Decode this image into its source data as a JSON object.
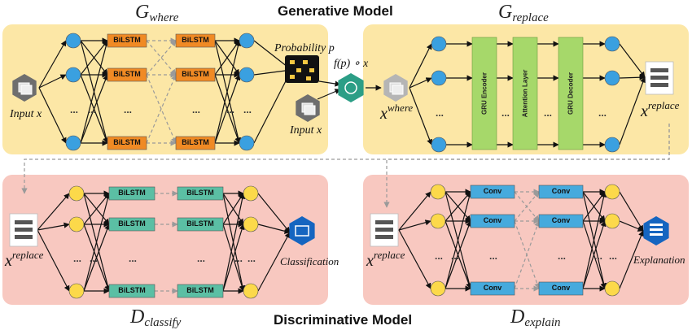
{
  "headings": {
    "generative": "Generative Model",
    "discriminative": "Discriminative Model"
  },
  "panels": {
    "g_where": {
      "title_main": "G",
      "title_sub": "where",
      "label": "Input x",
      "cell": "BiLSTM"
    },
    "g_replace": {
      "title_main": "G",
      "title_sub": "replace",
      "encoder": "GRU Encoder",
      "attention": "Attention Layer",
      "decoder": "GRU Decoder",
      "in_main": "x",
      "in_sup": "where",
      "out_main": "x",
      "out_sup": "replace"
    },
    "d_classify": {
      "title_main": "D",
      "title_sub": "classify",
      "cell": "BiLSTM",
      "in_main": "x",
      "in_sup": "replace",
      "output": "Classification"
    },
    "d_explain": {
      "title_main": "D",
      "title_sub": "explain",
      "cell": "Conv",
      "in_main": "x",
      "in_sup": "replace",
      "output": "Explanation"
    }
  },
  "middle": {
    "probability": "Probability p",
    "formula": "f(p) ∘ x",
    "input2": "Input x"
  },
  "ellipsis": "...",
  "colors": {
    "generative_bg": "#fce7a6",
    "discriminative_bg": "#f8c8c0",
    "blue_node": "#3aa0e0",
    "yellow_node": "#fcd94a",
    "orange_box": "#f08a24",
    "teal_box": "#5bbfa4",
    "cyan_box": "#46aadd",
    "green_box": "#a6d86a"
  }
}
